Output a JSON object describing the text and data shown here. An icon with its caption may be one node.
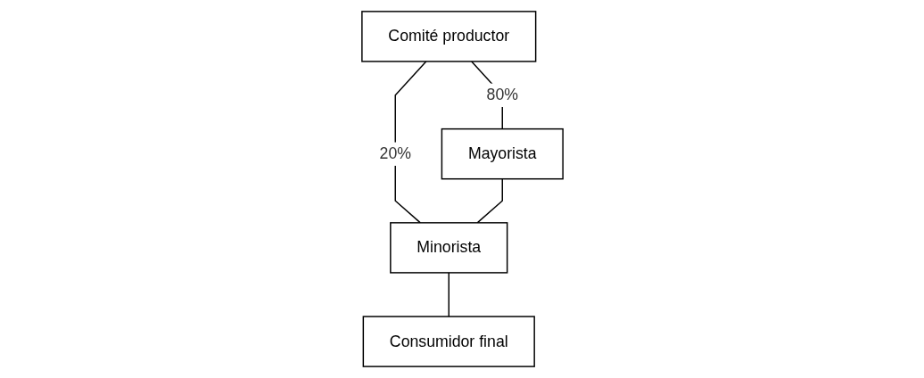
{
  "diagram": {
    "nodes": [
      {
        "text": [
          "Comité productor"
        ]
      },
      {
        "text": [
          "Mayorista"
        ]
      },
      {
        "text": [
          "Minorista"
        ]
      },
      {
        "text": [
          "Consumidor final"
        ]
      }
    ],
    "edges": [
      {
        "from": 0,
        "to": 2,
        "arrow": "none",
        "label": "20%"
      },
      {
        "from": 0,
        "to": 1,
        "arrow": "none",
        "label": "80%"
      },
      {
        "from": 1,
        "to": 2,
        "arrow": "none"
      },
      {
        "from": 2,
        "to": 3,
        "arrow": "none"
      }
    ]
  }
}
